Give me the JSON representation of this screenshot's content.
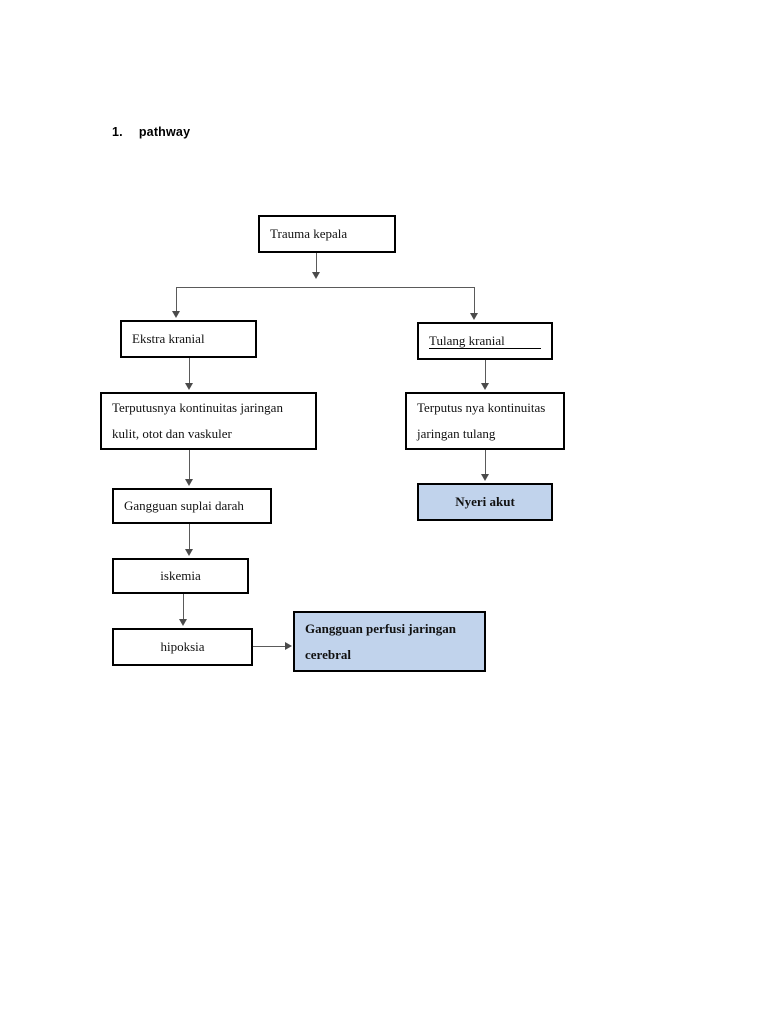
{
  "document": {
    "heading_number": "1.",
    "heading_text": "pathway",
    "page_background": "#ffffff"
  },
  "chart_data": {
    "type": "diagram",
    "title": "pathway",
    "highlight_fill": "#c1d3ec",
    "node_border_color": "#000000",
    "connector_color": "#5a5a5a",
    "nodes": [
      {
        "id": "trauma_kepala",
        "label": "Trauma kepala",
        "style": "plain",
        "align": "left"
      },
      {
        "id": "ekstra_kranial",
        "label": "Ekstra kranial",
        "style": "plain",
        "align": "left"
      },
      {
        "id": "tulang_kranial",
        "label": "Tulang kranial",
        "style": "plain",
        "align": "left"
      },
      {
        "id": "terputusnya_jaringan",
        "label": "Terputusnya kontinuitas jaringan\nkulit, otot dan vaskuler",
        "style": "plain",
        "align": "left"
      },
      {
        "id": "terputus_tulang",
        "label": "Terputus nya kontinuitas\njaringan tulang",
        "style": "plain",
        "align": "left"
      },
      {
        "id": "gangguan_suplai",
        "label": "Gangguan suplai darah",
        "style": "plain",
        "align": "left"
      },
      {
        "id": "nyeri_akut",
        "label": "Nyeri akut",
        "style": "shaded",
        "align": "center"
      },
      {
        "id": "iskemia",
        "label": "iskemia",
        "style": "plain",
        "align": "center"
      },
      {
        "id": "hipoksia",
        "label": "hipoksia",
        "style": "plain",
        "align": "center"
      },
      {
        "id": "gangguan_perfusi",
        "label": "Gangguan perfusi jaringan\ncerebral",
        "style": "shaded",
        "align": "left"
      }
    ],
    "edges": [
      {
        "from": "trauma_kepala",
        "to": "ekstra_kranial",
        "kind": "split-down"
      },
      {
        "from": "trauma_kepala",
        "to": "tulang_kranial",
        "kind": "split-down"
      },
      {
        "from": "ekstra_kranial",
        "to": "terputusnya_jaringan",
        "kind": "down"
      },
      {
        "from": "tulang_kranial",
        "to": "terputus_tulang",
        "kind": "down"
      },
      {
        "from": "terputusnya_jaringan",
        "to": "gangguan_suplai",
        "kind": "down"
      },
      {
        "from": "terputus_tulang",
        "to": "nyeri_akut",
        "kind": "down"
      },
      {
        "from": "gangguan_suplai",
        "to": "iskemia",
        "kind": "down"
      },
      {
        "from": "iskemia",
        "to": "hipoksia",
        "kind": "down"
      },
      {
        "from": "hipoksia",
        "to": "gangguan_perfusi",
        "kind": "right"
      }
    ]
  }
}
